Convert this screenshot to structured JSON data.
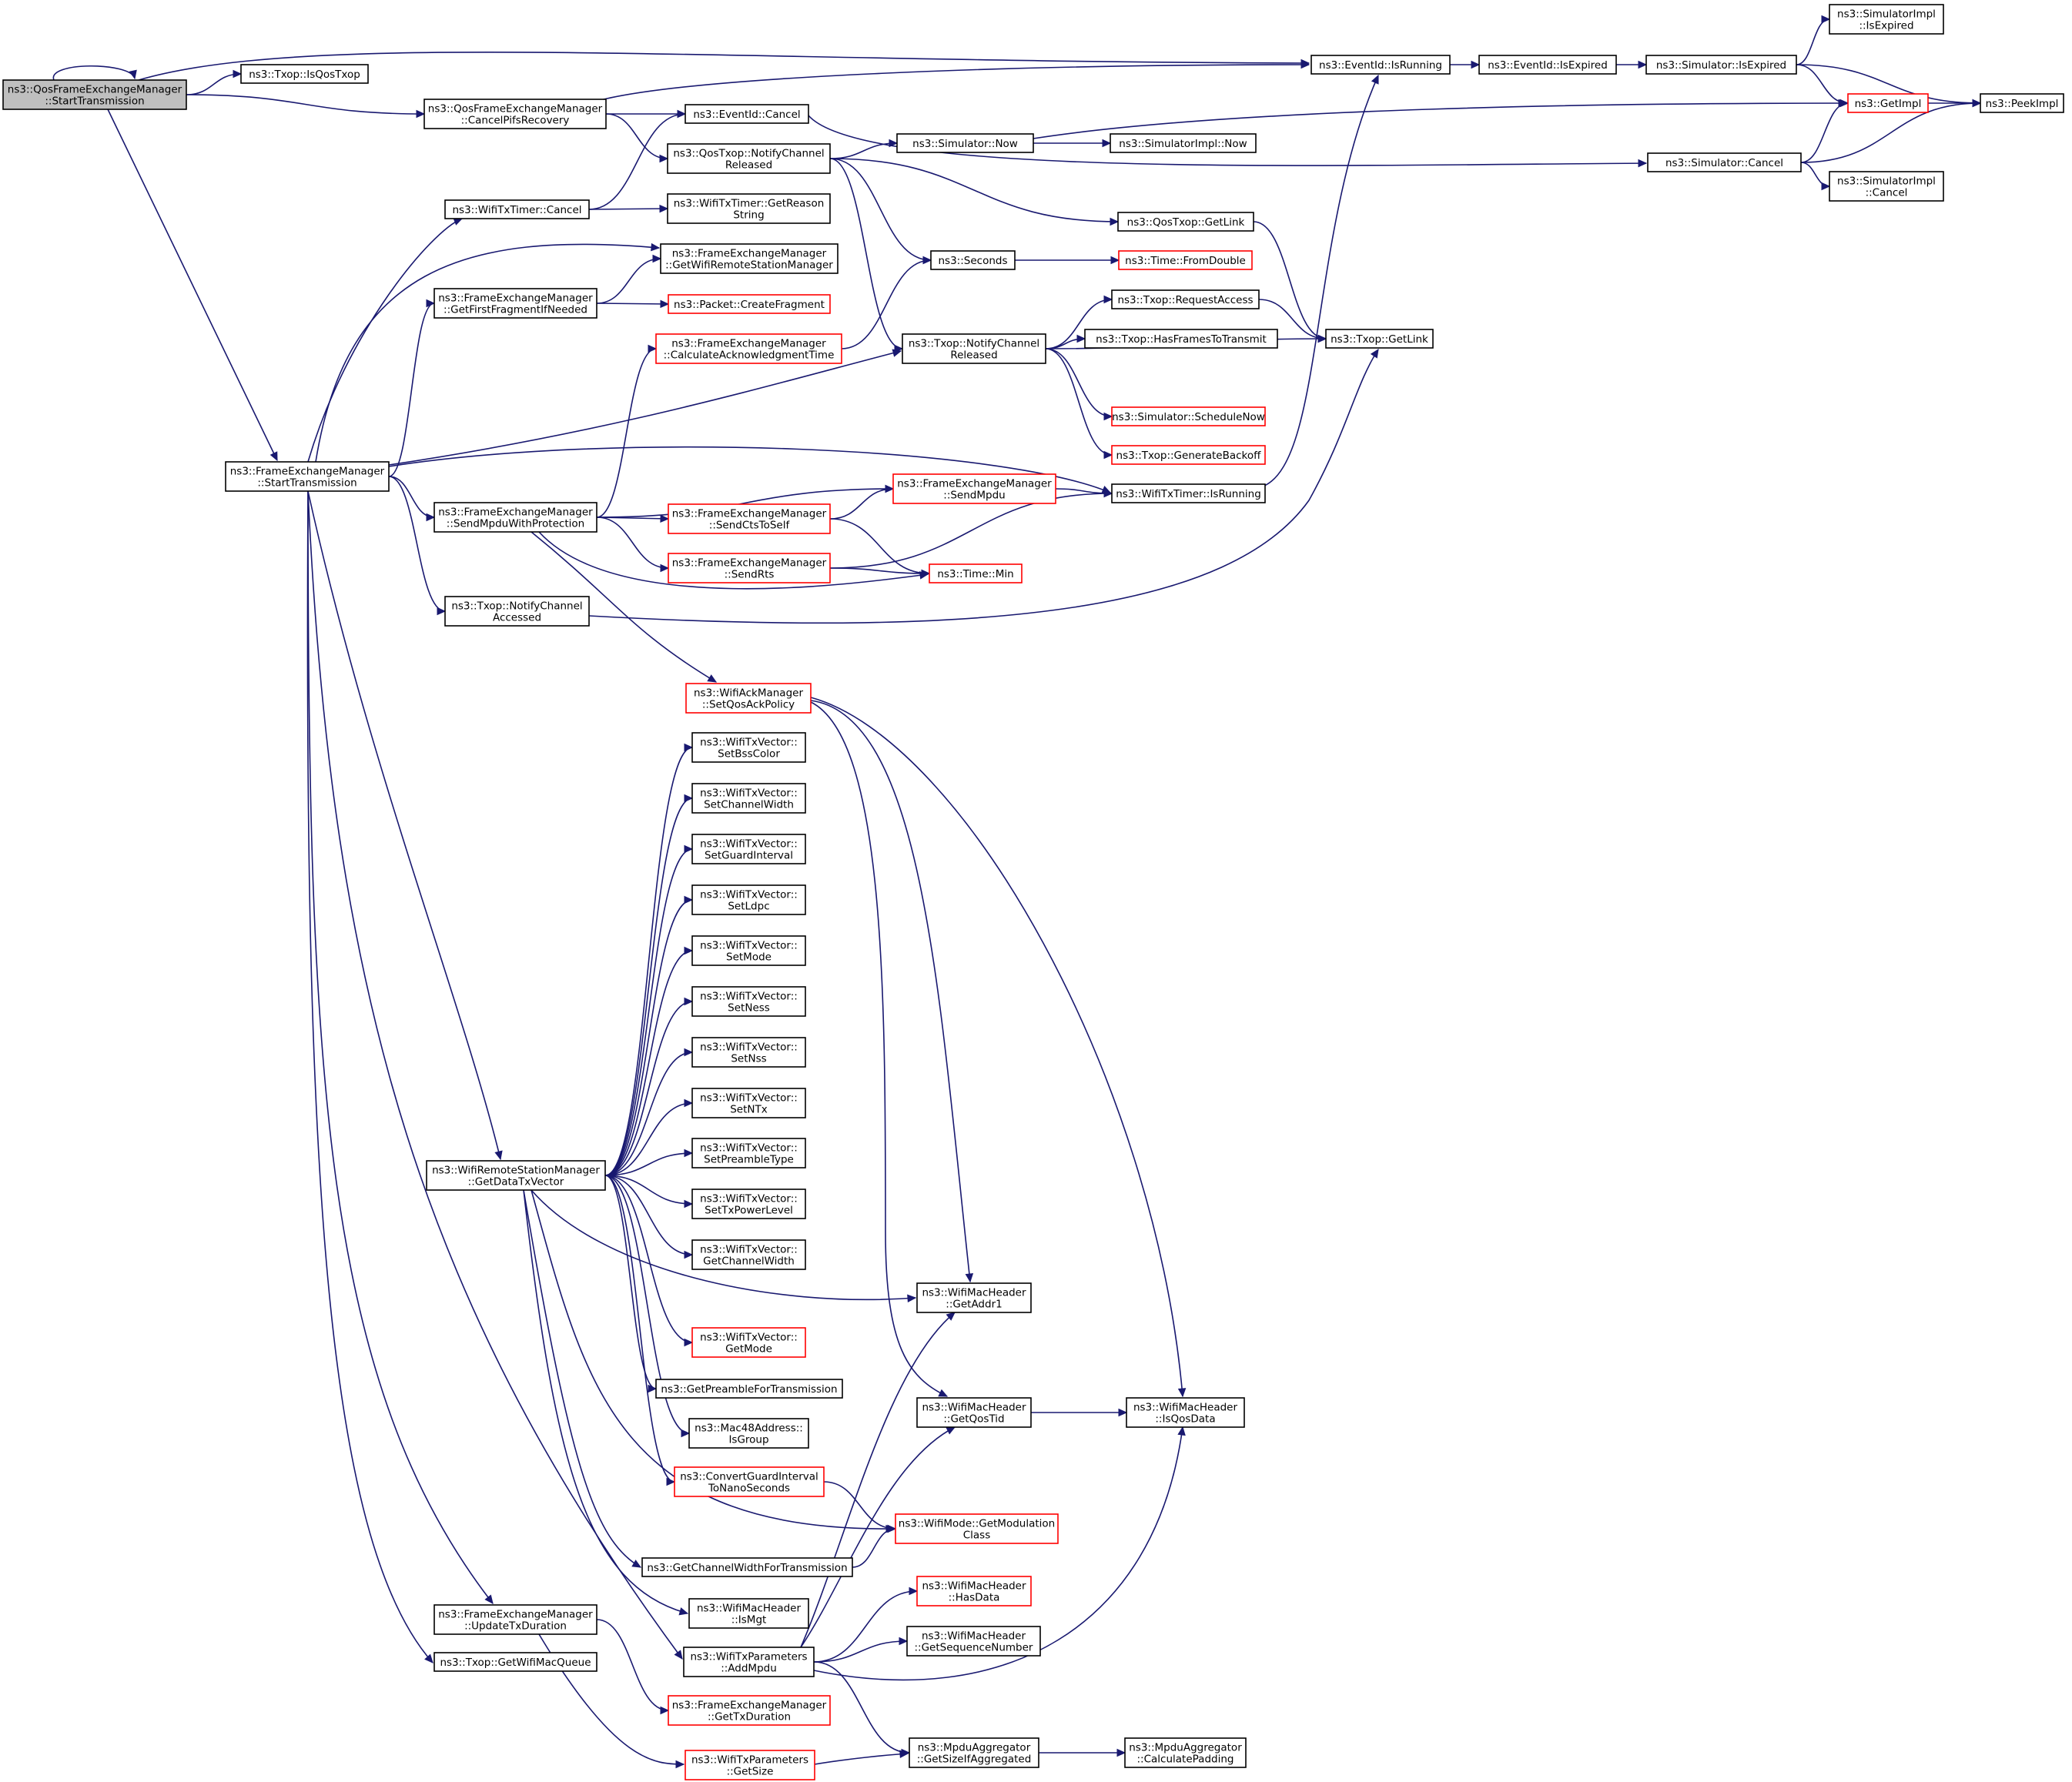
{
  "diagram": {
    "nodes": [
      {
        "id": "root",
        "lines": [
          "ns3::QosFrameExchangeManager",
          "::StartTransmission"
        ],
        "style": "root"
      },
      {
        "id": "isqostxop",
        "lines": [
          "ns3::Txop::IsQosTxop"
        ],
        "style": "black"
      },
      {
        "id": "cancelpifs",
        "lines": [
          "ns3::QosFrameExchangeManager",
          "::CancelPifsRecovery"
        ],
        "style": "black"
      },
      {
        "id": "fem_start",
        "lines": [
          "ns3::FrameExchangeManager",
          "::StartTransmission"
        ],
        "style": "black"
      },
      {
        "id": "evt_isrunning",
        "lines": [
          "ns3::EventId::IsRunning"
        ],
        "style": "black"
      },
      {
        "id": "evt_isexpired",
        "lines": [
          "ns3::EventId::IsExpired"
        ],
        "style": "black"
      },
      {
        "id": "sim_isexpired",
        "lines": [
          "ns3::Simulator::IsExpired"
        ],
        "style": "black"
      },
      {
        "id": "simimpl_isexpired",
        "lines": [
          "ns3::SimulatorImpl",
          "::IsExpired"
        ],
        "style": "black"
      },
      {
        "id": "getimpl",
        "lines": [
          "ns3::GetImpl"
        ],
        "style": "red"
      },
      {
        "id": "peekimpl",
        "lines": [
          "ns3::PeekImpl"
        ],
        "style": "black"
      },
      {
        "id": "evt_cancel",
        "lines": [
          "ns3::EventId::Cancel"
        ],
        "style": "black"
      },
      {
        "id": "qostxop_ncr",
        "lines": [
          "ns3::QosTxop::NotifyChannel",
          "Released"
        ],
        "style": "black"
      },
      {
        "id": "sim_now",
        "lines": [
          "ns3::Simulator::Now"
        ],
        "style": "black"
      },
      {
        "id": "simimpl_now",
        "lines": [
          "ns3::SimulatorImpl::Now"
        ],
        "style": "black"
      },
      {
        "id": "sim_cancel",
        "lines": [
          "ns3::Simulator::Cancel"
        ],
        "style": "black"
      },
      {
        "id": "simimpl_cancel",
        "lines": [
          "ns3::SimulatorImpl",
          "::Cancel"
        ],
        "style": "black"
      },
      {
        "id": "wtt_cancel",
        "lines": [
          "ns3::WifiTxTimer::Cancel"
        ],
        "style": "black"
      },
      {
        "id": "wtt_reason",
        "lines": [
          "ns3::WifiTxTimer::GetReason",
          "String"
        ],
        "style": "black"
      },
      {
        "id": "qostxop_getlink",
        "lines": [
          "ns3::QosTxop::GetLink"
        ],
        "style": "black"
      },
      {
        "id": "fem_getwrsm",
        "lines": [
          "ns3::FrameExchangeManager",
          "::GetWifiRemoteStationManager"
        ],
        "style": "black"
      },
      {
        "id": "seconds",
        "lines": [
          "ns3::Seconds"
        ],
        "style": "black"
      },
      {
        "id": "time_fromdouble",
        "lines": [
          "ns3::Time::FromDouble"
        ],
        "style": "red"
      },
      {
        "id": "fem_getfirstfrag",
        "lines": [
          "ns3::FrameExchangeManager",
          "::GetFirstFragmentIfNeeded"
        ],
        "style": "black"
      },
      {
        "id": "packet_createfrag",
        "lines": [
          "ns3::Packet::CreateFragment"
        ],
        "style": "red"
      },
      {
        "id": "txop_requestaccess",
        "lines": [
          "ns3::Txop::RequestAccess"
        ],
        "style": "black"
      },
      {
        "id": "fem_calcack",
        "lines": [
          "ns3::FrameExchangeManager",
          "::CalculateAcknowledgmentTime"
        ],
        "style": "red"
      },
      {
        "id": "txop_ncr",
        "lines": [
          "ns3::Txop::NotifyChannel",
          "Released"
        ],
        "style": "black"
      },
      {
        "id": "txop_hasframes",
        "lines": [
          "ns3::Txop::HasFramesToTransmit"
        ],
        "style": "black"
      },
      {
        "id": "txop_getlink",
        "lines": [
          "ns3::Txop::GetLink"
        ],
        "style": "black"
      },
      {
        "id": "sim_schedulenow",
        "lines": [
          "ns3::Simulator::ScheduleNow"
        ],
        "style": "red"
      },
      {
        "id": "txop_genbackoff",
        "lines": [
          "ns3::Txop::GenerateBackoff"
        ],
        "style": "red"
      },
      {
        "id": "fem_sendmpdu",
        "lines": [
          "ns3::FrameExchangeManager",
          "::SendMpdu"
        ],
        "style": "red"
      },
      {
        "id": "wtt_isrunning",
        "lines": [
          "ns3::WifiTxTimer::IsRunning"
        ],
        "style": "black"
      },
      {
        "id": "fem_sendmpduprot",
        "lines": [
          "ns3::FrameExchangeManager",
          "::SendMpduWithProtection"
        ],
        "style": "black"
      },
      {
        "id": "fem_sendcts",
        "lines": [
          "ns3::FrameExchangeManager",
          "::SendCtsToSelf"
        ],
        "style": "red"
      },
      {
        "id": "fem_sendrts",
        "lines": [
          "ns3::FrameExchangeManager",
          "::SendRts"
        ],
        "style": "red"
      },
      {
        "id": "time_min",
        "lines": [
          "ns3::Time::Min"
        ],
        "style": "red"
      },
      {
        "id": "txop_nca",
        "lines": [
          "ns3::Txop::NotifyChannel",
          "Accessed"
        ],
        "style": "black"
      },
      {
        "id": "wam_setqos",
        "lines": [
          "ns3::WifiAckManager",
          "::SetQosAckPolicy"
        ],
        "style": "red"
      },
      {
        "id": "wtv_setbss",
        "lines": [
          "ns3::WifiTxVector::",
          "SetBssColor"
        ],
        "style": "black"
      },
      {
        "id": "wtv_setcw",
        "lines": [
          "ns3::WifiTxVector::",
          "SetChannelWidth"
        ],
        "style": "black"
      },
      {
        "id": "wtv_setgi",
        "lines": [
          "ns3::WifiTxVector::",
          "SetGuardInterval"
        ],
        "style": "black"
      },
      {
        "id": "wtv_setldpc",
        "lines": [
          "ns3::WifiTxVector::",
          "SetLdpc"
        ],
        "style": "black"
      },
      {
        "id": "wtv_setmode",
        "lines": [
          "ns3::WifiTxVector::",
          "SetMode"
        ],
        "style": "black"
      },
      {
        "id": "wtv_setness",
        "lines": [
          "ns3::WifiTxVector::",
          "SetNess"
        ],
        "style": "black"
      },
      {
        "id": "wtv_setnss",
        "lines": [
          "ns3::WifiTxVector::",
          "SetNss"
        ],
        "style": "black"
      },
      {
        "id": "wtv_setntx",
        "lines": [
          "ns3::WifiTxVector::",
          "SetNTx"
        ],
        "style": "black"
      },
      {
        "id": "wtv_setpreamble",
        "lines": [
          "ns3::WifiTxVector::",
          "SetPreambleType"
        ],
        "style": "black"
      },
      {
        "id": "wtv_settxpower",
        "lines": [
          "ns3::WifiTxVector::",
          "SetTxPowerLevel"
        ],
        "style": "black"
      },
      {
        "id": "wtv_getcw",
        "lines": [
          "ns3::WifiTxVector::",
          "GetChannelWidth"
        ],
        "style": "black"
      },
      {
        "id": "wrsm_getdatatx",
        "lines": [
          "ns3::WifiRemoteStationManager",
          "::GetDataTxVector"
        ],
        "style": "black"
      },
      {
        "id": "wmh_getaddr1",
        "lines": [
          "ns3::WifiMacHeader",
          "::GetAddr1"
        ],
        "style": "black"
      },
      {
        "id": "wtv_getmode",
        "lines": [
          "ns3::WifiTxVector::",
          "GetMode"
        ],
        "style": "red"
      },
      {
        "id": "getpreamble",
        "lines": [
          "ns3::GetPreambleForTransmission"
        ],
        "style": "black"
      },
      {
        "id": "wmh_getqostid",
        "lines": [
          "ns3::WifiMacHeader",
          "::GetQosTid"
        ],
        "style": "black"
      },
      {
        "id": "wmh_isqosdata",
        "lines": [
          "ns3::WifiMacHeader",
          "::IsQosData"
        ],
        "style": "black"
      },
      {
        "id": "mac48_isgroup",
        "lines": [
          "ns3::Mac48Address::",
          "IsGroup"
        ],
        "style": "black"
      },
      {
        "id": "convertgi",
        "lines": [
          "ns3::ConvertGuardInterval",
          "ToNanoSeconds"
        ],
        "style": "red"
      },
      {
        "id": "wifimode_getmod",
        "lines": [
          "ns3::WifiMode::GetModulation",
          "Class"
        ],
        "style": "red"
      },
      {
        "id": "getcwfortx",
        "lines": [
          "ns3::GetChannelWidthForTransmission"
        ],
        "style": "black"
      },
      {
        "id": "wmh_hasdata",
        "lines": [
          "ns3::WifiMacHeader",
          "::HasData"
        ],
        "style": "red"
      },
      {
        "id": "wmh_ismgt",
        "lines": [
          "ns3::WifiMacHeader",
          "::IsMgt"
        ],
        "style": "black"
      },
      {
        "id": "fem_updatetxdur",
        "lines": [
          "ns3::FrameExchangeManager",
          "::UpdateTxDuration"
        ],
        "style": "black"
      },
      {
        "id": "wtp_addmpdu",
        "lines": [
          "ns3::WifiTxParameters",
          "::AddMpdu"
        ],
        "style": "black"
      },
      {
        "id": "wmh_getseq",
        "lines": [
          "ns3::WifiMacHeader",
          "::GetSequenceNumber"
        ],
        "style": "black"
      },
      {
        "id": "txop_getqueue",
        "lines": [
          "ns3::Txop::GetWifiMacQueue"
        ],
        "style": "black"
      },
      {
        "id": "fem_gettxdur",
        "lines": [
          "ns3::FrameExchangeManager",
          "::GetTxDuration"
        ],
        "style": "red"
      },
      {
        "id": "mpdu_getsize",
        "lines": [
          "ns3::MpduAggregator",
          "::GetSizeIfAggregated"
        ],
        "style": "black"
      },
      {
        "id": "mpdu_calcpad",
        "lines": [
          "ns3::MpduAggregator",
          "::CalculatePadding"
        ],
        "style": "black"
      },
      {
        "id": "wtp_getsize",
        "lines": [
          "ns3::WifiTxParameters",
          "::GetSize"
        ],
        "style": "red"
      }
    ],
    "edges": [
      [
        "root",
        "root"
      ],
      [
        "root",
        "isqostxop"
      ],
      [
        "root",
        "evt_isrunning"
      ],
      [
        "root",
        "cancelpifs"
      ],
      [
        "root",
        "fem_start"
      ],
      [
        "cancelpifs",
        "evt_isrunning"
      ],
      [
        "cancelpifs",
        "evt_cancel"
      ],
      [
        "cancelpifs",
        "qostxop_ncr"
      ],
      [
        "evt_isrunning",
        "evt_isexpired"
      ],
      [
        "evt_isexpired",
        "sim_isexpired"
      ],
      [
        "sim_isexpired",
        "simimpl_isexpired"
      ],
      [
        "sim_isexpired",
        "getimpl"
      ],
      [
        "sim_isexpired",
        "peekimpl"
      ],
      [
        "getimpl",
        "peekimpl"
      ],
      [
        "evt_cancel",
        "sim_cancel"
      ],
      [
        "qostxop_ncr",
        "sim_now"
      ],
      [
        "qostxop_ncr",
        "qostxop_getlink"
      ],
      [
        "qostxop_ncr",
        "seconds"
      ],
      [
        "qostxop_ncr",
        "txop_ncr"
      ],
      [
        "sim_now",
        "getimpl"
      ],
      [
        "sim_now",
        "simimpl_now"
      ],
      [
        "sim_cancel",
        "getimpl"
      ],
      [
        "sim_cancel",
        "peekimpl"
      ],
      [
        "sim_cancel",
        "simimpl_cancel"
      ],
      [
        "qostxop_getlink",
        "txop_getlink"
      ],
      [
        "seconds",
        "time_fromdouble"
      ],
      [
        "wtt_cancel",
        "evt_cancel"
      ],
      [
        "wtt_cancel",
        "wtt_reason"
      ],
      [
        "fem_start",
        "wtt_cancel"
      ],
      [
        "fem_start",
        "fem_getwrsm"
      ],
      [
        "fem_start",
        "fem_getfirstfrag"
      ],
      [
        "fem_start",
        "txop_ncr"
      ],
      [
        "fem_start",
        "wtt_isrunning"
      ],
      [
        "fem_start",
        "fem_sendmpduprot"
      ],
      [
        "fem_start",
        "txop_nca"
      ],
      [
        "fem_start",
        "wrsm_getdatatx"
      ],
      [
        "fem_start",
        "wtp_addmpdu"
      ],
      [
        "fem_start",
        "fem_updatetxdur"
      ],
      [
        "fem_start",
        "txop_getqueue"
      ],
      [
        "fem_getfirstfrag",
        "fem_getwrsm"
      ],
      [
        "fem_getfirstfrag",
        "packet_createfrag"
      ],
      [
        "fem_calcack",
        "seconds"
      ],
      [
        "txop_ncr",
        "txop_requestaccess"
      ],
      [
        "txop_ncr",
        "txop_hasframes"
      ],
      [
        "txop_ncr",
        "txop_getlink"
      ],
      [
        "txop_ncr",
        "sim_schedulenow"
      ],
      [
        "txop_ncr",
        "txop_genbackoff"
      ],
      [
        "txop_requestaccess",
        "txop_getlink"
      ],
      [
        "fem_sendmpdu",
        "wtt_isrunning"
      ],
      [
        "wtt_isrunning",
        "evt_isrunning"
      ],
      [
        "fem_sendmpduprot",
        "fem_calcack"
      ],
      [
        "fem_sendmpduprot",
        "fem_sendmpdu"
      ],
      [
        "fem_sendmpduprot",
        "fem_sendcts"
      ],
      [
        "fem_sendmpduprot",
        "fem_sendrts"
      ],
      [
        "fem_sendmpduprot",
        "time_min"
      ],
      [
        "fem_sendmpduprot",
        "wam_setqos"
      ],
      [
        "fem_sendcts",
        "fem_sendmpdu"
      ],
      [
        "fem_sendcts",
        "time_min"
      ],
      [
        "fem_sendrts",
        "wtt_isrunning"
      ],
      [
        "fem_sendrts",
        "time_min"
      ],
      [
        "txop_nca",
        "txop_getlink"
      ],
      [
        "wam_setqos",
        "wmh_getaddr1"
      ],
      [
        "wam_setqos",
        "wmh_getqostid"
      ],
      [
        "wam_setqos",
        "wmh_isqosdata"
      ],
      [
        "wrsm_getdatatx",
        "wtv_setbss"
      ],
      [
        "wrsm_getdatatx",
        "wtv_setcw"
      ],
      [
        "wrsm_getdatatx",
        "wtv_setgi"
      ],
      [
        "wrsm_getdatatx",
        "wtv_setldpc"
      ],
      [
        "wrsm_getdatatx",
        "wtv_setmode"
      ],
      [
        "wrsm_getdatatx",
        "wtv_setness"
      ],
      [
        "wrsm_getdatatx",
        "wtv_setnss"
      ],
      [
        "wrsm_getdatatx",
        "wtv_setntx"
      ],
      [
        "wrsm_getdatatx",
        "wtv_setpreamble"
      ],
      [
        "wrsm_getdatatx",
        "wtv_settxpower"
      ],
      [
        "wrsm_getdatatx",
        "wtv_getcw"
      ],
      [
        "wrsm_getdatatx",
        "wmh_getaddr1"
      ],
      [
        "wrsm_getdatatx",
        "wtv_getmode"
      ],
      [
        "wrsm_getdatatx",
        "getpreamble"
      ],
      [
        "wrsm_getdatatx",
        "mac48_isgroup"
      ],
      [
        "wrsm_getdatatx",
        "convertgi"
      ],
      [
        "wrsm_getdatatx",
        "wifimode_getmod"
      ],
      [
        "wrsm_getdatatx",
        "getcwfortx"
      ],
      [
        "wrsm_getdatatx",
        "wmh_ismgt"
      ],
      [
        "wmh_getqostid",
        "wmh_isqosdata"
      ],
      [
        "convertgi",
        "wifimode_getmod"
      ],
      [
        "getcwfortx",
        "wifimode_getmod"
      ],
      [
        "fem_updatetxdur",
        "fem_gettxdur"
      ],
      [
        "fem_updatetxdur",
        "wtp_getsize"
      ],
      [
        "wtp_addmpdu",
        "wmh_getaddr1"
      ],
      [
        "wtp_addmpdu",
        "wmh_getqostid"
      ],
      [
        "wtp_addmpdu",
        "wmh_hasdata"
      ],
      [
        "wtp_addmpdu",
        "wmh_getseq"
      ],
      [
        "wtp_addmpdu",
        "wmh_isqosdata"
      ],
      [
        "wtp_addmpdu",
        "mpdu_getsize"
      ],
      [
        "wtp_getsize",
        "mpdu_getsize"
      ],
      [
        "mpdu_getsize",
        "mpdu_calcpad"
      ]
    ],
    "colors": {
      "edge": "#191970",
      "root_fill": "#bfbfbf",
      "red_border": "#ff0000",
      "black_border": "#000000"
    }
  }
}
